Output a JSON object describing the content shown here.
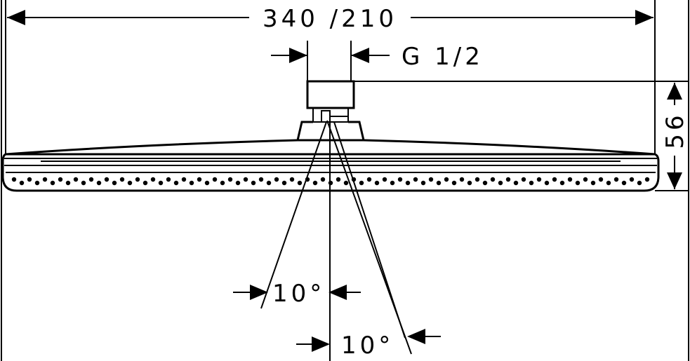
{
  "drawing": {
    "width_label": "340 /210",
    "connector_label": "G 1/2",
    "height_label": "56",
    "angle_left_label": "10°",
    "angle_right_label": "10°"
  }
}
